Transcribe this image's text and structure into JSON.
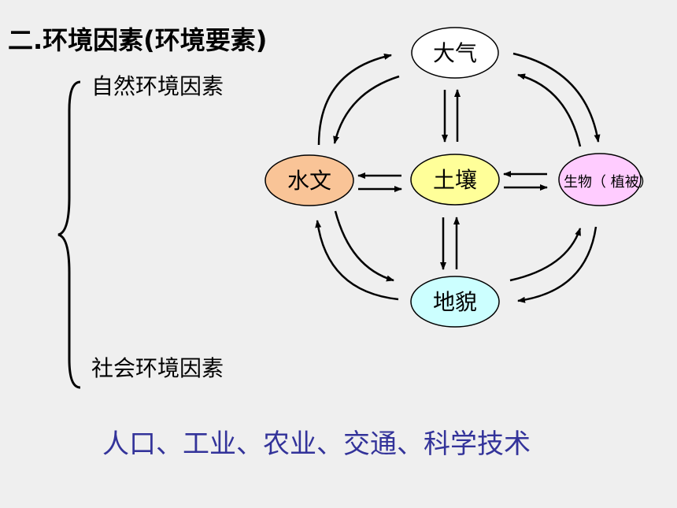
{
  "title": "二.环境因素(环境要素)",
  "natural_label": "自然环境因素",
  "social_label": "社会环境因素",
  "social_factors": "人口、工业、农业、交通、科学技术",
  "nodes": {
    "atmosphere": {
      "label": "大气",
      "fill": "#ffffff"
    },
    "hydrology": {
      "label": "水文",
      "fill": "#f9c497"
    },
    "soil": {
      "label": "土壤",
      "fill": "#ffff99"
    },
    "biology": {
      "label": "生物（ 植被）",
      "fill": "#ffccff"
    },
    "landform": {
      "label": "地貌",
      "fill": "#ccffff"
    }
  },
  "colors": {
    "text": "#000000",
    "social_text": "#33339a",
    "background": "#efefef"
  }
}
